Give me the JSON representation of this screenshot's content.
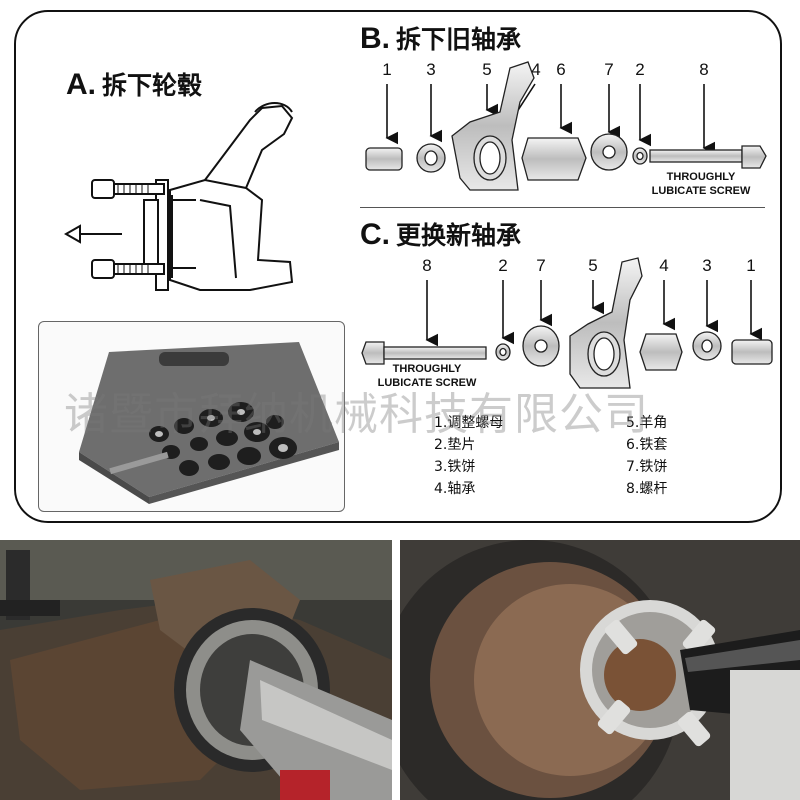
{
  "sections": {
    "a": {
      "letter": "A.",
      "title": "拆下轮毂"
    },
    "b": {
      "letter": "B.",
      "title": "拆下旧轴承"
    },
    "c": {
      "letter": "C.",
      "title": "更换新轴承"
    }
  },
  "row_b_numbers": [
    "1",
    "3",
    "5",
    "4",
    "6",
    "7",
    "2",
    "8"
  ],
  "row_c_numbers": [
    "8",
    "2",
    "7",
    "5",
    "4",
    "3",
    "1"
  ],
  "screw_label": {
    "line1": "THROUGHLY",
    "line2": "LUBICATE SCREW"
  },
  "legend_left": [
    "1.调整螺母",
    "2.垫片",
    "3.铁饼",
    "4.轴承"
  ],
  "legend_right": [
    "5.羊角",
    "6.铁套",
    "7.铁饼",
    "8.螺杆"
  ],
  "watermark": "诸暨市拜纳机械科技有限公司",
  "colors": {
    "ink": "#111111",
    "panel_border": "#111111",
    "steel": "#8a8a8a",
    "rust": "#7a4a2a"
  }
}
